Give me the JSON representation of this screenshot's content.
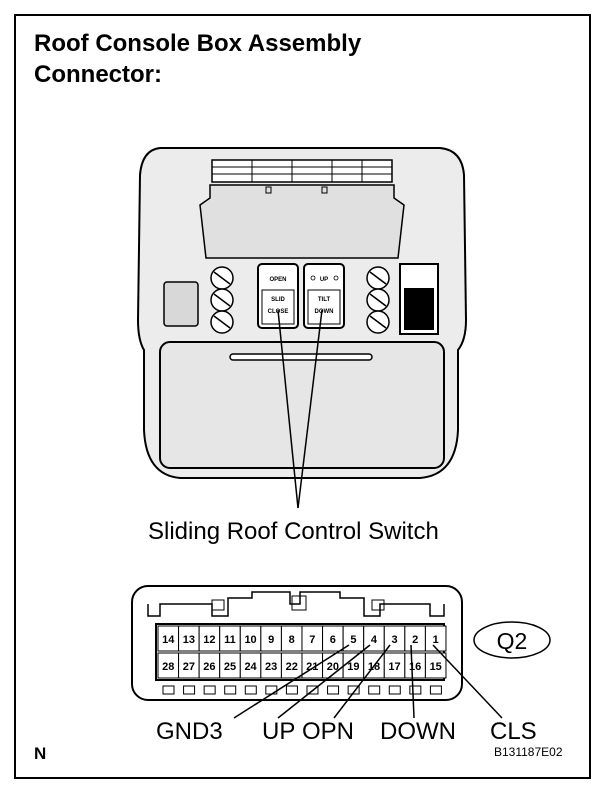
{
  "title": [
    "Roof Console Box Assembly",
    "Connector:"
  ],
  "console": {
    "left_switch": {
      "top": "OPEN",
      "mid": "SLID",
      "bottom": "CLOSE"
    },
    "right_switch": {
      "top": "UP",
      "mid": "TILT",
      "bottom": "DOWN"
    }
  },
  "caption": "Sliding Roof Control Switch",
  "connector": {
    "id": "Q2",
    "top_row": [
      "14",
      "13",
      "12",
      "11",
      "10",
      "9",
      "8",
      "7",
      "6",
      "5",
      "4",
      "3",
      "2",
      "1"
    ],
    "bottom_row": [
      "28",
      "27",
      "26",
      "25",
      "24",
      "23",
      "22",
      "21",
      "20",
      "19",
      "18",
      "17",
      "16",
      "15"
    ]
  },
  "pin_labels": [
    {
      "text": "GND3",
      "pin": "5"
    },
    {
      "text": "UP",
      "pin": "4"
    },
    {
      "text": "OPN",
      "pin": "3"
    },
    {
      "text": "DOWN",
      "pin": "2"
    },
    {
      "text": "CLS",
      "pin": "1"
    }
  ],
  "corner_mark": "N",
  "figure_id": "B131187E02"
}
